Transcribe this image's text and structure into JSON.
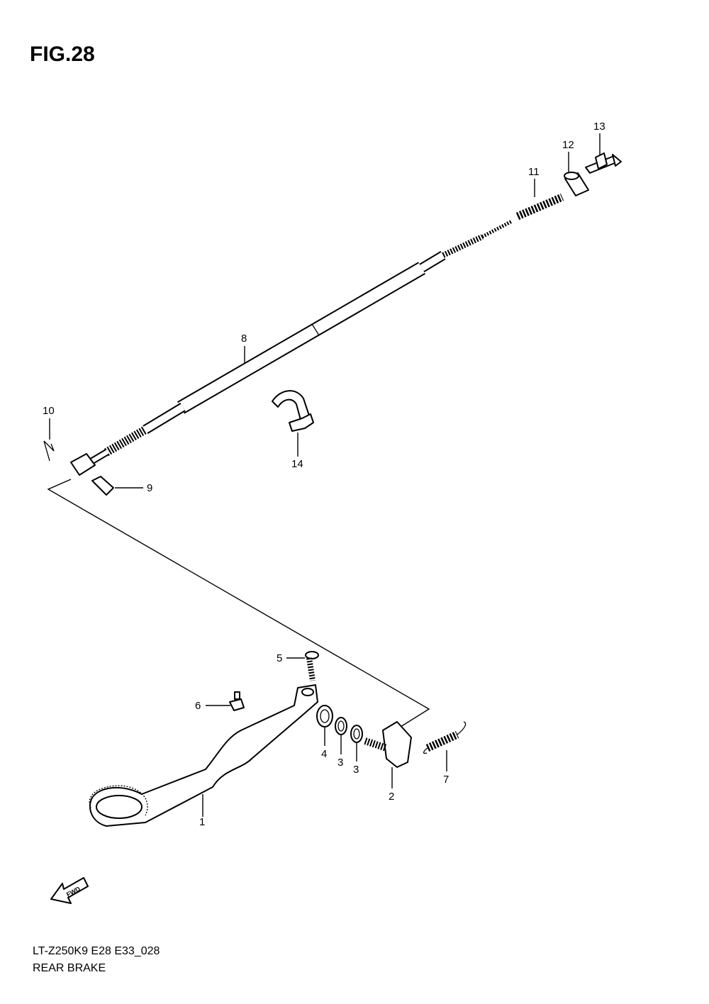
{
  "figure": {
    "title": "FIG.28",
    "code": "LT-Z250K9 E28 E33_028",
    "name": "REAR BRAKE",
    "fwd_label": "FWD"
  },
  "callouts": {
    "c1": "1",
    "c2": "2",
    "c3a": "3",
    "c3b": "3",
    "c4": "4",
    "c5": "5",
    "c6": "6",
    "c7": "7",
    "c8": "8",
    "c9": "9",
    "c10": "10",
    "c11": "11",
    "c12": "12",
    "c13": "13",
    "c14": "14"
  }
}
